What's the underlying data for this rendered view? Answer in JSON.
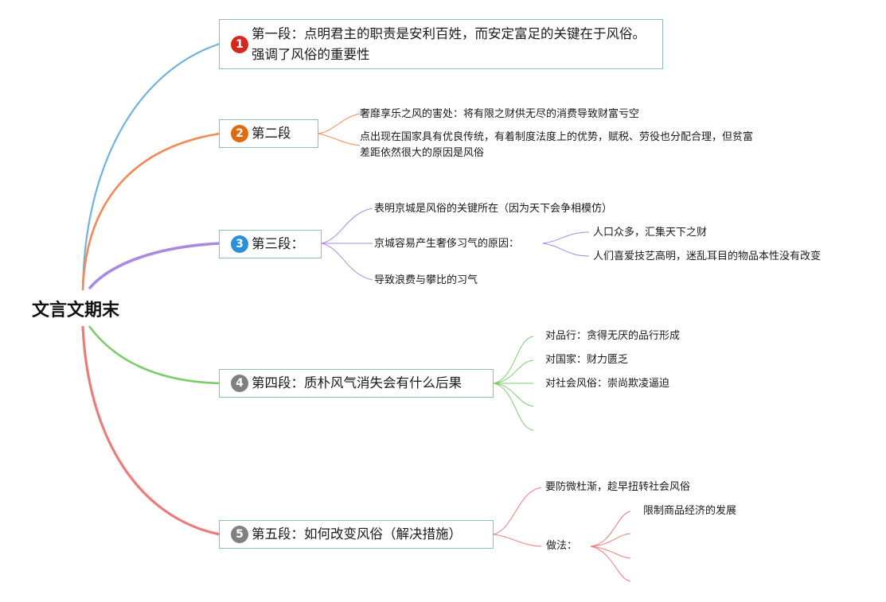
{
  "root": {
    "title": "文言文期末"
  },
  "colors": {
    "branch1": "#6fb3db",
    "branch2": "#f28a55",
    "branch3": "#a98ae0",
    "branch4": "#7ccc6c",
    "branch5": "#ee7b7b",
    "badge1": "#d9261c",
    "badge2": "#e06a12",
    "badge3": "#2a90d8",
    "badge4": "#808080",
    "badge5": "#808080",
    "node_border": "#8fbfb0"
  },
  "branches": [
    {
      "badge": "1",
      "label": "第一段：点明君主的职责是安利百姓，而安定富足的关键在于风俗。强调了风俗的重要性"
    },
    {
      "badge": "2",
      "label": "第二段",
      "children": [
        "奢靡享乐之风的害处：将有限之财供无尽的消费导致财富亏空",
        "点出现在国家具有优良传统，有着制度法度上的优势，赋税、劳役也分配合理，但贫富差距依然很大的原因是风俗"
      ]
    },
    {
      "badge": "3",
      "label": "第三段：",
      "children": [
        "表明京城是风俗的关键所在（因为天下会争相模仿）",
        {
          "label": "京城容易产生奢侈习气的原因：",
          "children": [
            "人口众多，汇集天下之财",
            "人们喜爱技艺高明，迷乱耳目的物品本性没有改变"
          ]
        },
        "导致浪费与攀比的习气"
      ]
    },
    {
      "badge": "4",
      "label": "第四段：质朴风气消失会有什么后果",
      "children": [
        "对品行：贪得无厌的品行形成",
        "对国家：财力匮乏",
        "对社会风俗：崇尚欺凌逼迫",
        "",
        ""
      ]
    },
    {
      "badge": "5",
      "label": "第五段：如何改变风俗（解决措施）",
      "children": [
        "要防微杜渐，趁早扭转社会风俗",
        {
          "label": "做法：",
          "children": [
            "限制商品经济的发展",
            "",
            ""
          ]
        }
      ]
    }
  ]
}
